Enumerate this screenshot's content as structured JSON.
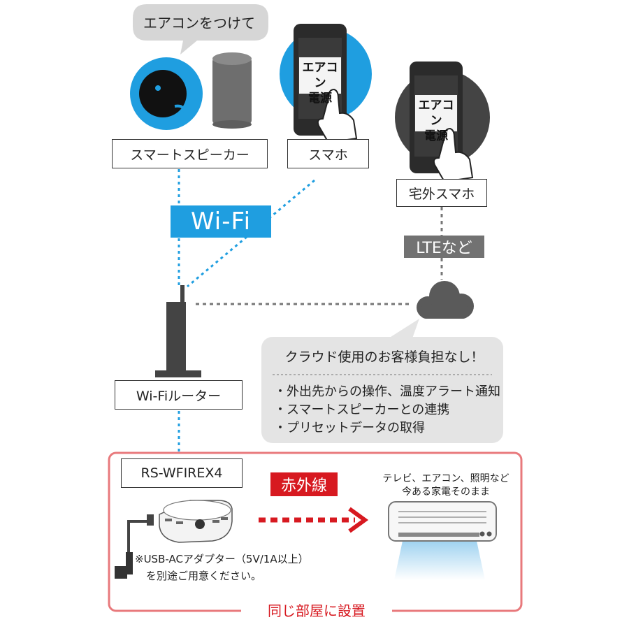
{
  "speech_bubble": "エアコンをつけて",
  "phone_screen": {
    "line1": "エアコン",
    "line2": "電源"
  },
  "labels": {
    "smart_speaker": "スマートスピーカー",
    "smartphone": "スマホ",
    "remote_smartphone": "宅外スマホ",
    "router": "Wi-Fiルーター",
    "device": "RS-WFIREX4"
  },
  "wifi_tag": "Wi-Fi",
  "lte_tag": "LTEなど",
  "cloud_info": {
    "title": "クラウド使用のお客様負担なし！",
    "bullets": [
      "・外出先からの操作、温度アラート通知",
      "・スマートスピーカーとの連携",
      "・プリセットデータの取得"
    ]
  },
  "infrared_tag": "赤外線",
  "appliance_text": {
    "line1": "テレビ、エアコン、照明など",
    "line2": "今ある家電そのまま"
  },
  "adapter_note": {
    "line1": "※USB-ACアダプター（5V/1A以上）",
    "line2": "を別途ご用意ください。"
  },
  "same_room_label": "同じ部屋に設置",
  "colors": {
    "wifi_blue": "#1f9ee0",
    "lte_gray": "#727272",
    "accent_red": "#d71920",
    "room_border": "#e8797c"
  }
}
